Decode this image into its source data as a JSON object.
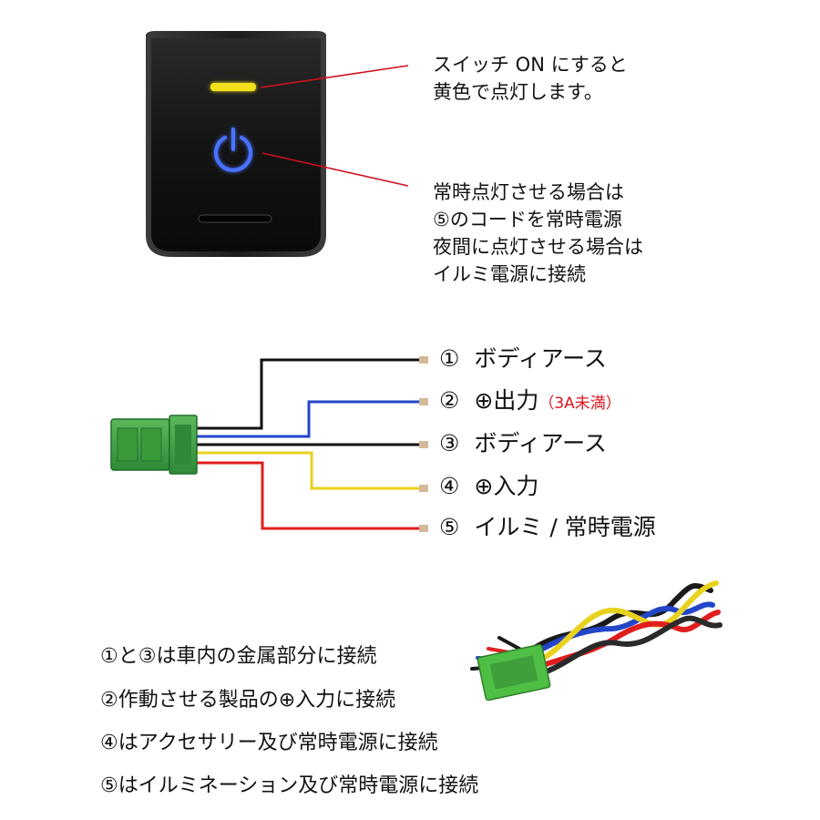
{
  "callouts": {
    "led": [
      "スイッチ ON にすると",
      "黄色で点灯します。"
    ],
    "power": [
      "常時点灯させる場合は",
      "⑤のコードを常時電源",
      "夜間に点灯させる場合は",
      "イルミ電源に接続"
    ]
  },
  "wires": [
    {
      "num": "①",
      "label": "ボディアース",
      "note": "",
      "color": "#111111"
    },
    {
      "num": "②",
      "label": "⊕出力",
      "note": "（3A未満）",
      "color": "#2346c8"
    },
    {
      "num": "③",
      "label": "ボディアース",
      "note": "",
      "color": "#111111"
    },
    {
      "num": "④",
      "label": "⊕入力",
      "note": "",
      "color": "#e8d21e"
    },
    {
      "num": "⑤",
      "label": "イルミ / 常時電源",
      "note": "",
      "color": "#e01e1e"
    }
  ],
  "notes": [
    "①と③は車内の金属部分に接続",
    "②作動させる製品の⊕入力に接続",
    "④はアクセサリー及び常時電源に接続",
    "⑤はイルミネーション及び常時電源に接続"
  ],
  "colors": {
    "leader_line": "#d0101c",
    "led_yellow": "#f2e11e",
    "power_icon": "#4a72ff",
    "connector_green": "#3a9a3a",
    "note_red": "#e0141e"
  },
  "icons": [
    "power-icon"
  ]
}
